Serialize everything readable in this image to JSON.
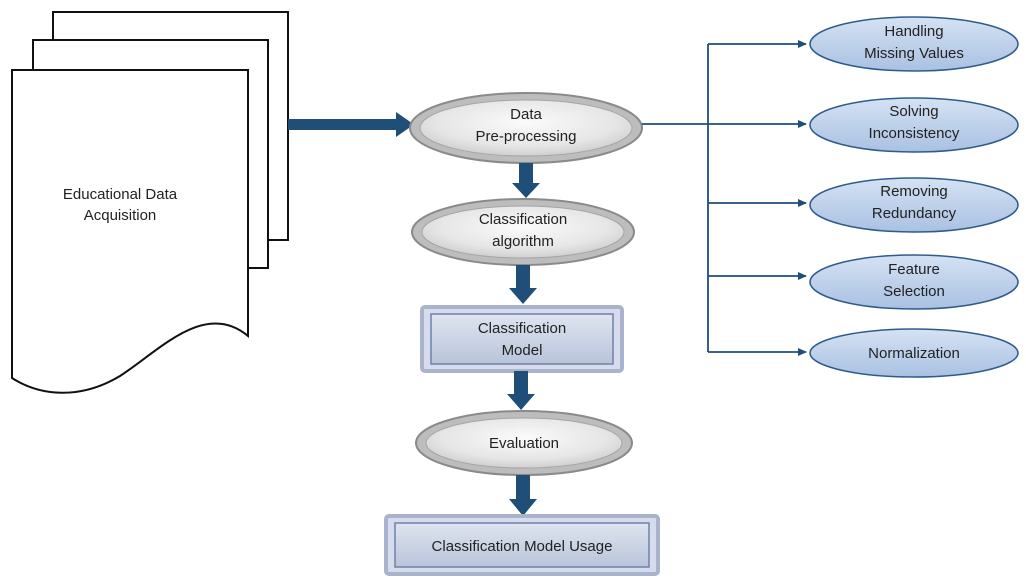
{
  "colors": {
    "arrow_main": "#1f4e79",
    "arrow_thin": "#1f4e79",
    "doc_stroke": "#111111",
    "oval_fill_light": "#f4f4f4",
    "oval_fill_mid": "#d7d7d7",
    "oval_ring": "#9e9e9e",
    "side_oval_fill": "#b9cde8",
    "side_oval_stroke": "#2f5b8c",
    "box_fill": "#c9d2e4",
    "box_stroke": "#7d8fb0"
  },
  "document": {
    "icon": "stacked-document-icon",
    "label_line1": "Educational Data",
    "label_line2": "Acquisition"
  },
  "flow": {
    "preprocessing": {
      "line1": "Data",
      "line2": "Pre-processing"
    },
    "algorithm": {
      "line1": "Classification",
      "line2": "algorithm"
    },
    "model": {
      "line1": "Classification",
      "line2": "Model"
    },
    "evaluation": {
      "line1": "Evaluation"
    },
    "usage": {
      "line1": "Classification Model Usage"
    }
  },
  "preprocessing_steps": [
    {
      "line1": "Handling",
      "line2": "Missing Values"
    },
    {
      "line1": "Solving",
      "line2": "Inconsistency"
    },
    {
      "line1": "Removing",
      "line2": "Redundancy"
    },
    {
      "line1": "Feature",
      "line2": "Selection"
    },
    {
      "line1": "Normalization",
      "line2": ""
    }
  ]
}
